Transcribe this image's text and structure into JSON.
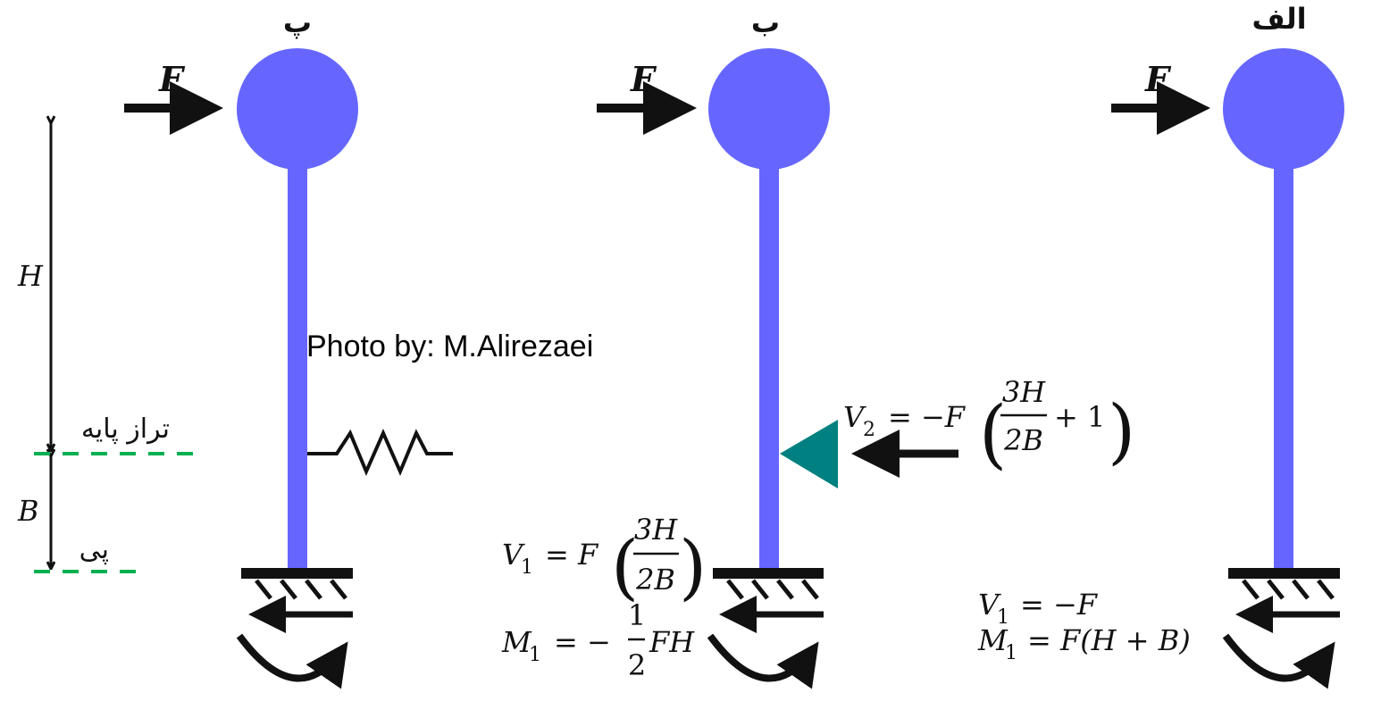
{
  "titles": {
    "c": "پ",
    "b": "ب",
    "a": "الف"
  },
  "force_label": "F",
  "dimensions": {
    "h": "H",
    "b": "B",
    "base_level": "تراز پایه",
    "foundation": "پی"
  },
  "watermark": "Photo by: M.Alirezaei",
  "colors": {
    "column": "#6666ff",
    "support": "#008080",
    "level_line": "#00b050",
    "ink": "#111111"
  },
  "eq_b_v2": {
    "lhs": "V",
    "sub": "2",
    "mid": "= −F",
    "lp": "(",
    "num": "3H",
    "den": "2B",
    "tail": "+ 1",
    "rp": ")"
  },
  "eq_b_v1": {
    "lhs": "V",
    "sub": "1",
    "mid": "= F",
    "lp": "(",
    "num": "3H",
    "den": "2B",
    "rp": ")"
  },
  "eq_b_m1": {
    "lhs": "M",
    "sub": "1",
    "mid": "= −",
    "num": "1",
    "den": "2",
    "tail": "FH"
  },
  "eq_a_v1": {
    "lhs": "V",
    "sub": "1",
    "rhs": "= −F"
  },
  "eq_a_m1": {
    "lhs": "M",
    "sub": "1",
    "rhs": "= F(H + B)"
  }
}
